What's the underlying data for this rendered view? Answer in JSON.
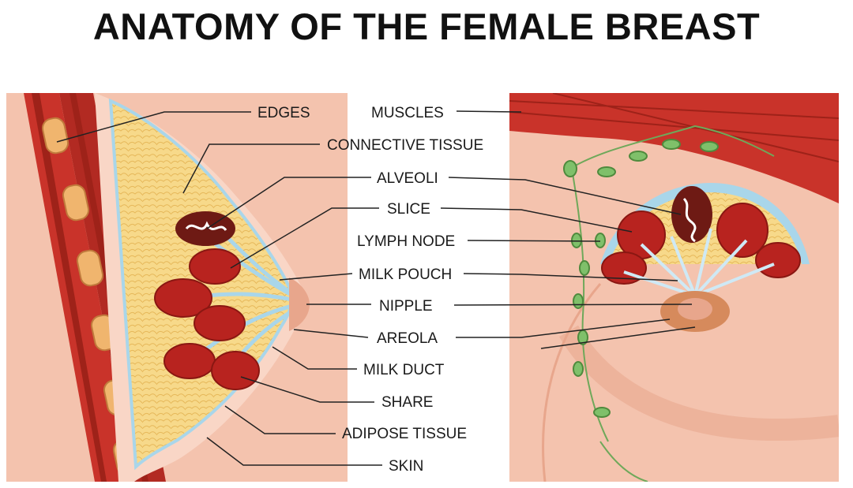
{
  "title": "ANATOMY OF THE FEMALE BREAST",
  "labels": {
    "edges": "EDGES",
    "muscles": "MUSCLES",
    "connective_tissue": "CONNECTIVE TISSUE",
    "alveoli": "ALVEOLI",
    "slice": "SLICE",
    "lymph_node": "LYMPH NODE",
    "milk_pouch": "MILK POUCH",
    "nipple": "NIPPLE",
    "areola": "AREOLA",
    "milk_duct": "MILK DUCT",
    "share": "SHARE",
    "adipose_tissue": "ADIPOSE TISSUE",
    "skin": "SKIN"
  },
  "colors": {
    "skin": "#f4c3ae",
    "skin_dark": "#e8a68c",
    "muscle": "#c9332a",
    "muscle_dark": "#9e2219",
    "fat": "#f7d98a",
    "duct": "#a9d6ea",
    "lobule": "#b8231f",
    "lymph": "#7fc06a",
    "areola": "#d68a5c"
  }
}
